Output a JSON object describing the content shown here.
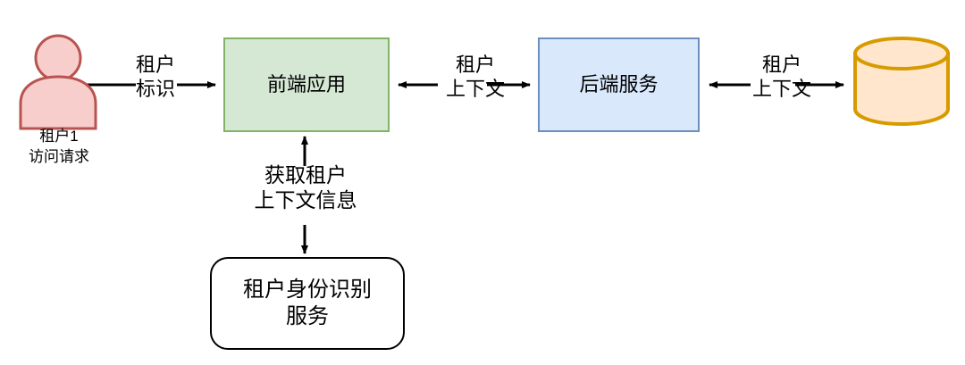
{
  "diagram": {
    "type": "flow-diagram",
    "background_color": "#ffffff",
    "nodes": [
      {
        "id": "actor",
        "shape": "actor",
        "label_line1": "租户1",
        "label_line2": "访问请求",
        "fill": "#f8cecc",
        "stroke": "#b85450"
      },
      {
        "id": "frontend",
        "shape": "rectangle",
        "label": "前端应用",
        "fill": "#d5e8d4",
        "stroke": "#82b366"
      },
      {
        "id": "backend",
        "shape": "rectangle",
        "label": "后端服务",
        "fill": "#dae8fc",
        "stroke": "#6c8ebf"
      },
      {
        "id": "database",
        "shape": "cylinder",
        "label": "",
        "fill": "#ffe6cc",
        "stroke": "#d79b00"
      },
      {
        "id": "identity-service",
        "shape": "rounded-rectangle",
        "label_line1": "租户身份识别",
        "label_line2": "服务",
        "fill": "#ffffff",
        "stroke": "#000000"
      }
    ],
    "edges": [
      {
        "id": "actor-to-frontend",
        "from": "actor",
        "to": "frontend",
        "direction": "right",
        "label_line1": "租户",
        "label_line2": "标识"
      },
      {
        "id": "frontend-backend-context",
        "from": "backend",
        "to": "frontend",
        "direction": "both",
        "label_line1": "租户",
        "label_line2": "上下文"
      },
      {
        "id": "backend-database-context",
        "from": "database",
        "to": "backend",
        "direction": "both",
        "label_line1": "租户",
        "label_line2": "上下文"
      },
      {
        "id": "frontend-identity-context",
        "from": "identity-service",
        "to": "frontend",
        "direction": "both",
        "label_line1": "获取租户",
        "label_line2": "上下文信息"
      }
    ]
  }
}
